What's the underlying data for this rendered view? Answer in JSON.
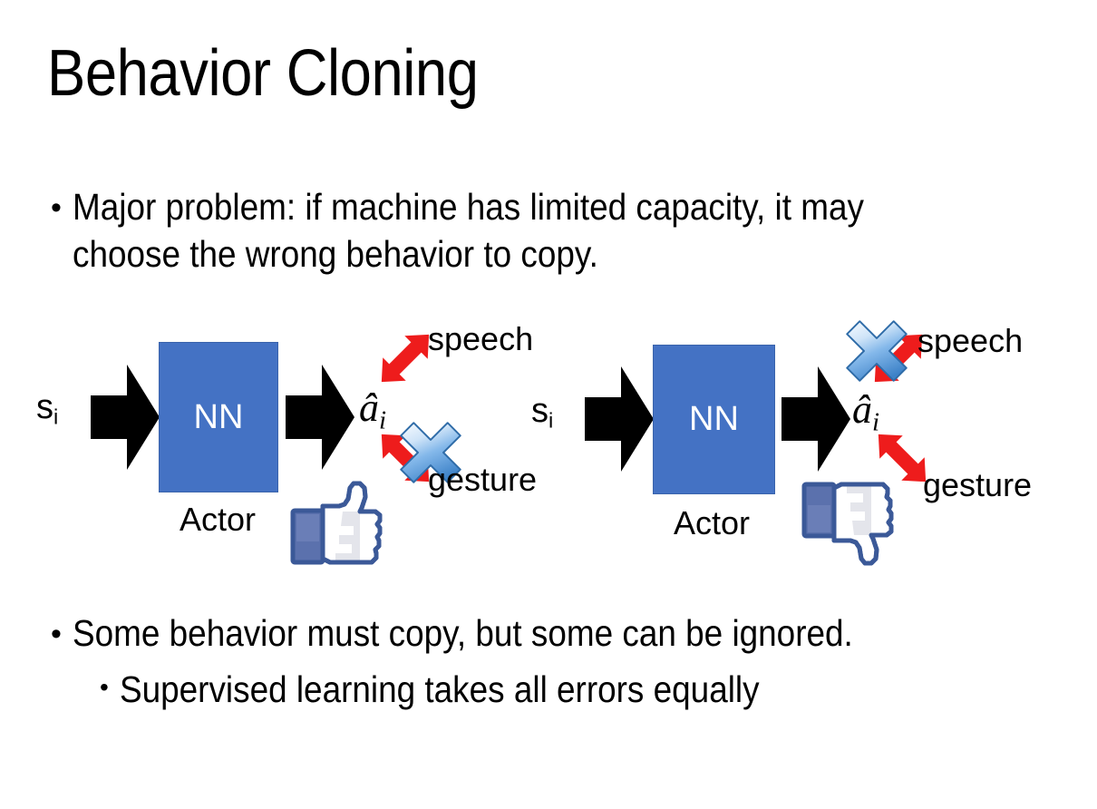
{
  "slide": {
    "title": "Behavior Cloning",
    "background_color": "#ffffff"
  },
  "bullets": {
    "top": "Major problem: if machine has limited capacity, it may choose the wrong behavior to copy.",
    "bottom_1": "Some behavior must copy, but some can be ignored.",
    "bottom_2": "Supervised learning takes all errors equally",
    "marker": "•"
  },
  "colors": {
    "nn_box_fill": "#4472c4",
    "nn_box_border": "#3a63ab",
    "red_arrow": "#ee1c1c",
    "cross_blue_light": "#e8f2fd",
    "cross_blue_mid": "#7fb4e8",
    "cross_blue_dark": "#3d82c8",
    "cross_outline": "#2f6ca8",
    "thumb_outline": "#3b5998",
    "thumb_cuff": "#5b71ad",
    "thumb_shade": "#dfe1e8",
    "black": "#000000"
  },
  "diagram_left": {
    "input_label": "s",
    "input_subscript": "i",
    "box_label": "NN",
    "box_caption": "Actor",
    "output_label": "â",
    "output_subscript": "i",
    "branch_top_label": "speech",
    "branch_bottom_label": "gesture",
    "cross_on": "gesture",
    "verdict_icon": "thumbs-up-icon"
  },
  "diagram_right": {
    "input_label": "s",
    "input_subscript": "i",
    "box_label": "NN",
    "box_caption": "Actor",
    "output_label": "â",
    "output_subscript": "i",
    "branch_top_label": "speech",
    "branch_bottom_label": "gesture",
    "cross_on": "speech",
    "verdict_icon": "thumbs-down-icon"
  }
}
